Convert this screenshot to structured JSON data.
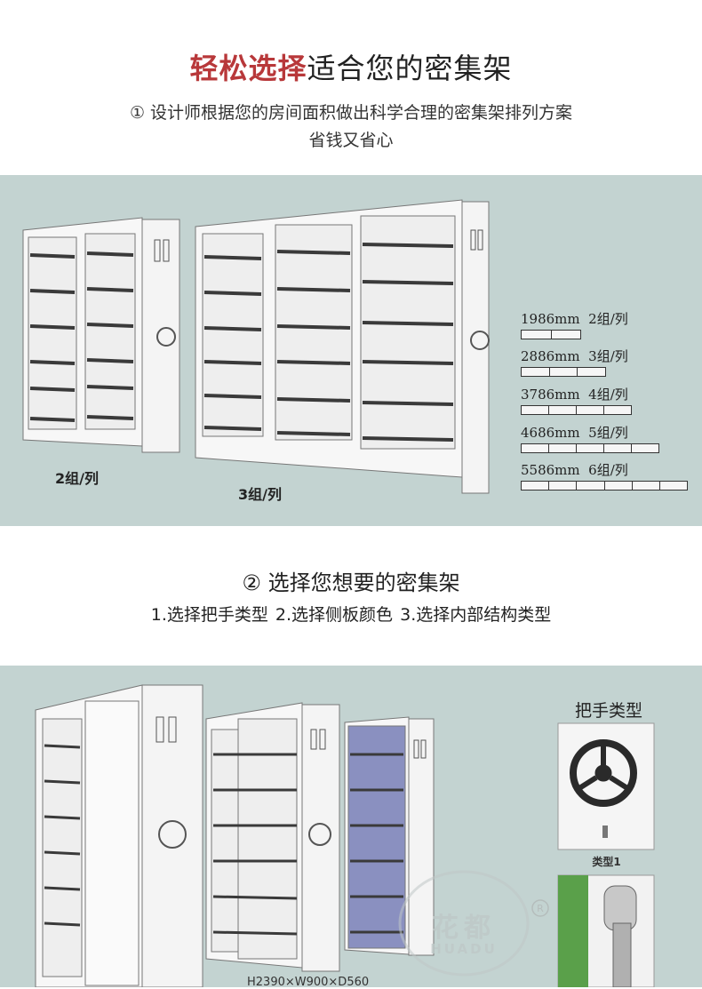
{
  "header": {
    "title_highlight": "轻松选择",
    "title_rest": "适合您的密集架",
    "subtitle_line1": "① 设计师根据您的房间面积做出科学合理的密集架排列方案",
    "subtitle_line2": "省钱又省心"
  },
  "section1": {
    "caption_left": "2组/列",
    "caption_right": "3组/列",
    "sizes": [
      {
        "length": "1986mm",
        "groups": "2组/列",
        "count": 2
      },
      {
        "length": "2886mm",
        "groups": "3组/列",
        "count": 3
      },
      {
        "length": "3786mm",
        "groups": "4组/列",
        "count": 4
      },
      {
        "length": "4686mm",
        "groups": "5组/列",
        "count": 5
      },
      {
        "length": "5586mm",
        "groups": "6组/列",
        "count": 6
      }
    ]
  },
  "section2": {
    "title": "② 选择您想要的密集架",
    "options": "1.选择把手类型   2.选择侧板颜色   3.选择内部结构类型",
    "handle_title": "把手类型",
    "handle_type1": "类型1",
    "watermark_cn": "花都",
    "watermark_en": "HUADU",
    "dimensions": "H2390×W900×D560"
  },
  "colors": {
    "highlight": "#b8383a",
    "band": "#c3d3d1",
    "green_panel": "#5aa04a",
    "blue_panel": "#8a90c0"
  }
}
